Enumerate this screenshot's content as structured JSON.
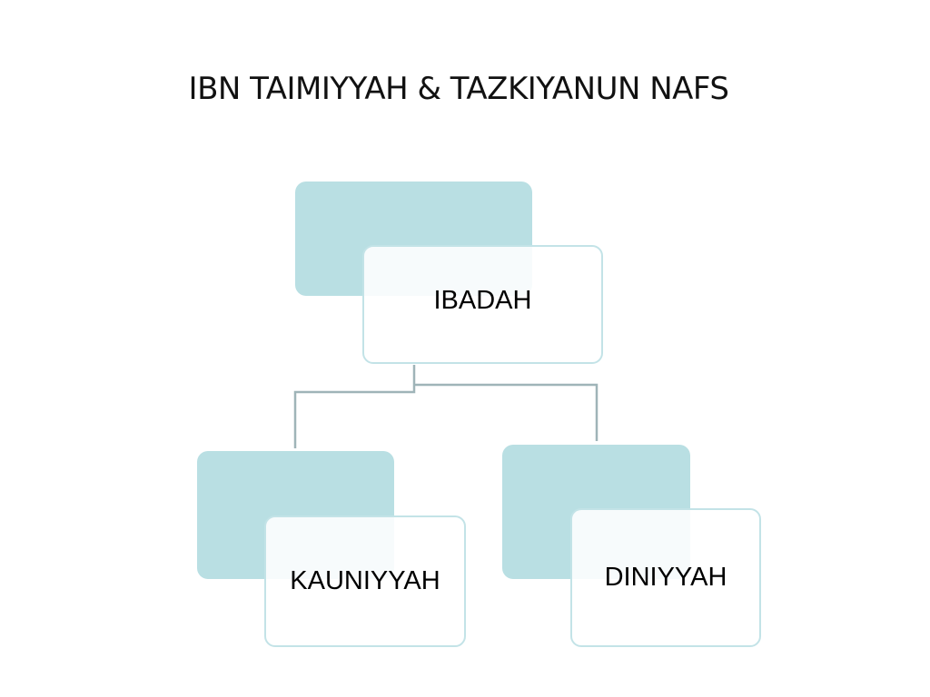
{
  "title": "IBN TAIMIYYAH & TAZKIYANUN NAFS",
  "colors": {
    "back_fill": "#b9dfe3",
    "front_border": "#c3e3e7",
    "connector": "#9fb4b8"
  },
  "nodes": {
    "root": {
      "label": "IBADAH"
    },
    "left": {
      "label": "KAUNIYYAH"
    },
    "right": {
      "label": "DINIYYAH"
    }
  }
}
